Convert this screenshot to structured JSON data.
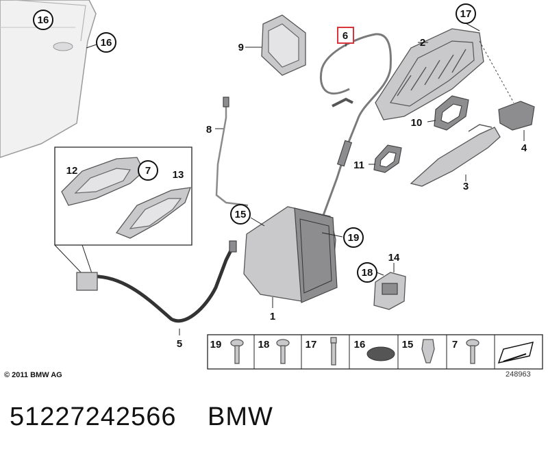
{
  "callouts": {
    "c1": "1",
    "c2": "2",
    "c3": "3",
    "c4": "4",
    "c5": "5",
    "c6": "6",
    "c7": "7",
    "c8": "8",
    "c9": "9",
    "c10": "10",
    "c11": "11",
    "c12": "12",
    "c13": "13",
    "c14": "14",
    "c15": "15",
    "c16a": "16",
    "c16b": "16",
    "c17": "17",
    "c18": "18",
    "c19": "19"
  },
  "hardware_strip": {
    "items": [
      {
        "label": "19"
      },
      {
        "label": "18"
      },
      {
        "label": "17"
      },
      {
        "label": "16"
      },
      {
        "label": "15"
      },
      {
        "label": "7"
      }
    ]
  },
  "highlight_color": "#d9343c",
  "copyright": "© 2011 BMW AG",
  "diagram_id": "248963",
  "footer": {
    "part_number": "51227242566",
    "brand": "BMW"
  }
}
